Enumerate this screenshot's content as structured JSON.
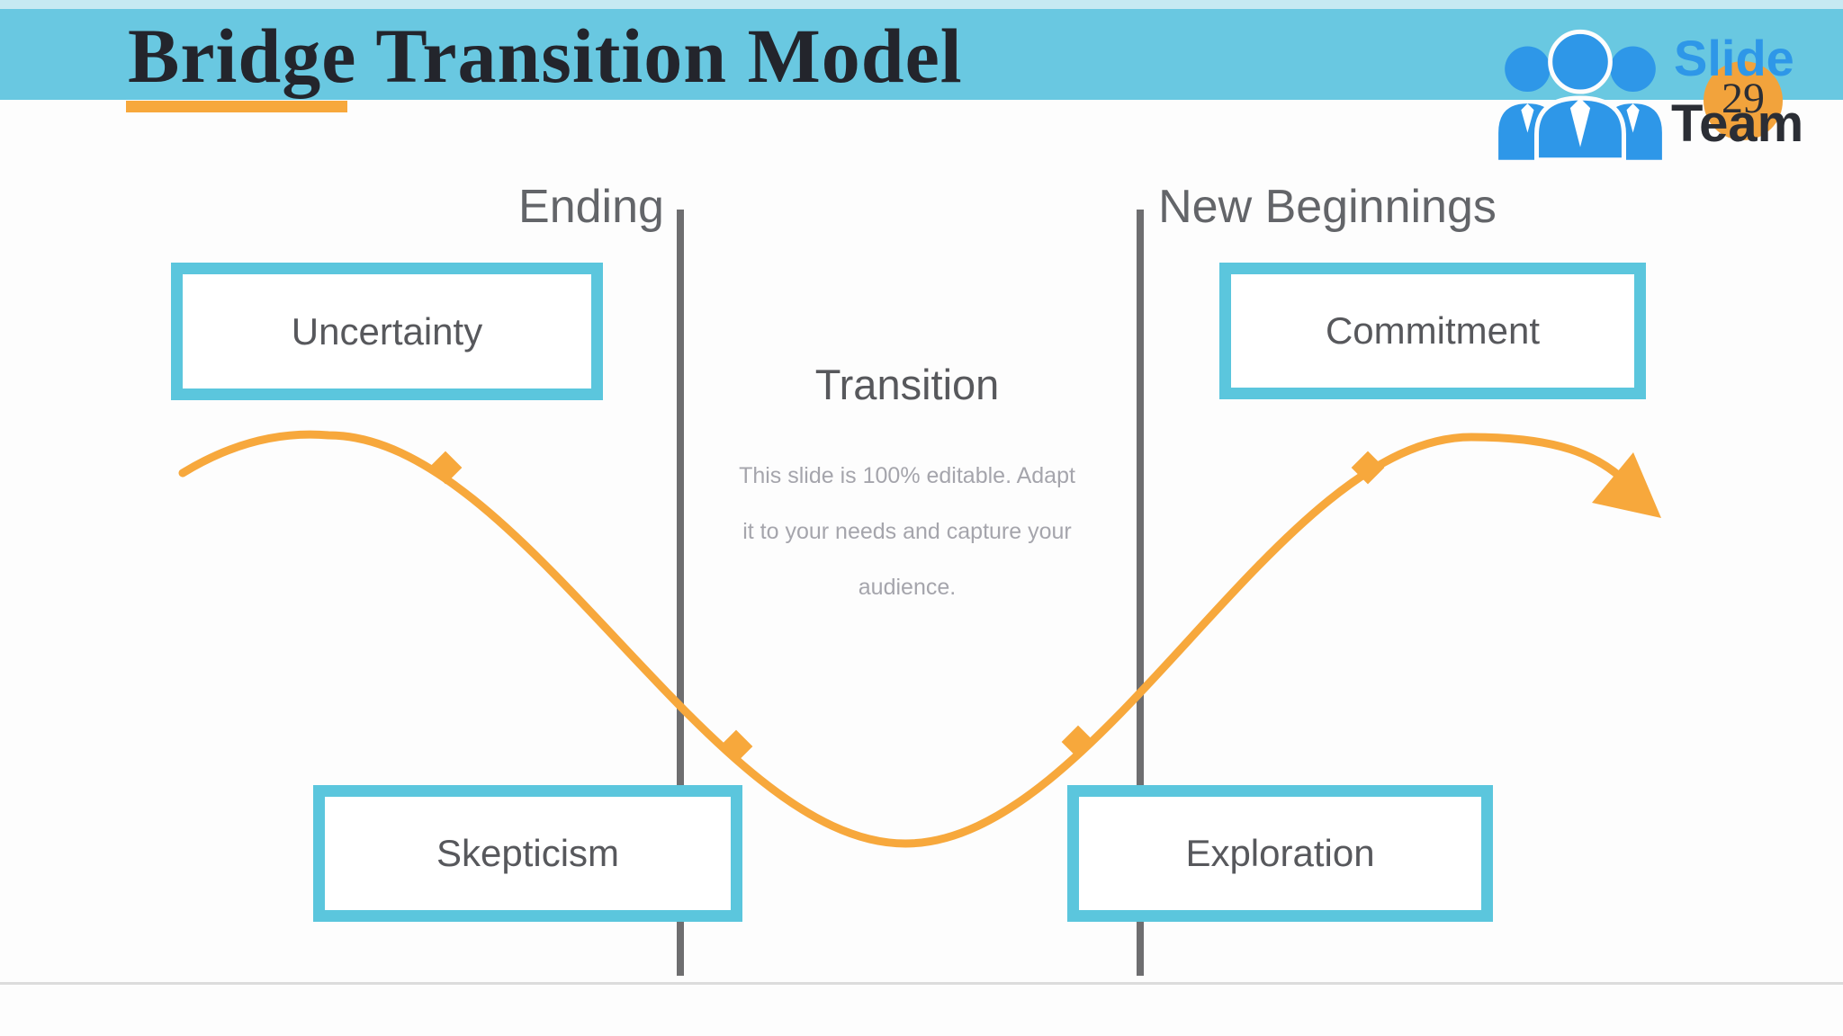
{
  "header": {
    "title": "Bridge Transition Model"
  },
  "logo": {
    "brand_top": "Slide",
    "brand_bottom": "Team",
    "page_number": "29",
    "people_icon": "three-person-team-icon"
  },
  "diagram": {
    "left_phase": "Ending",
    "middle_phase": "Transition",
    "right_phase": "New Beginnings",
    "note_lines": [
      "This slide is 100% editable. Adapt",
      "it to your needs and capture your",
      "audience."
    ],
    "boxes": {
      "top_left": "Uncertainty",
      "top_right": "Commitment",
      "bottom_left": "Skepticism",
      "bottom_right": "Exploration"
    },
    "curve": {
      "shape": "wave from upper-left, dipping between the two phase lines, rising to upper-right, ending in arrow",
      "marker_points": 4
    }
  },
  "colors": {
    "accent_orange": "#F7A83C",
    "header_cyan": "#69C8E1",
    "header_strip": "#C6E9F2",
    "box_border": "#5BC6DD",
    "line_gray": "#6E6E70",
    "text_dark": "#57585C",
    "text_gray": "#636569",
    "note_gray": "#A5A5AC",
    "title_dark": "#23252C",
    "logo_blue": "#2E97E8",
    "logo_dark": "#2B2E35",
    "badge_orange": "#F2A33C",
    "divider": "#DCDCDC"
  }
}
